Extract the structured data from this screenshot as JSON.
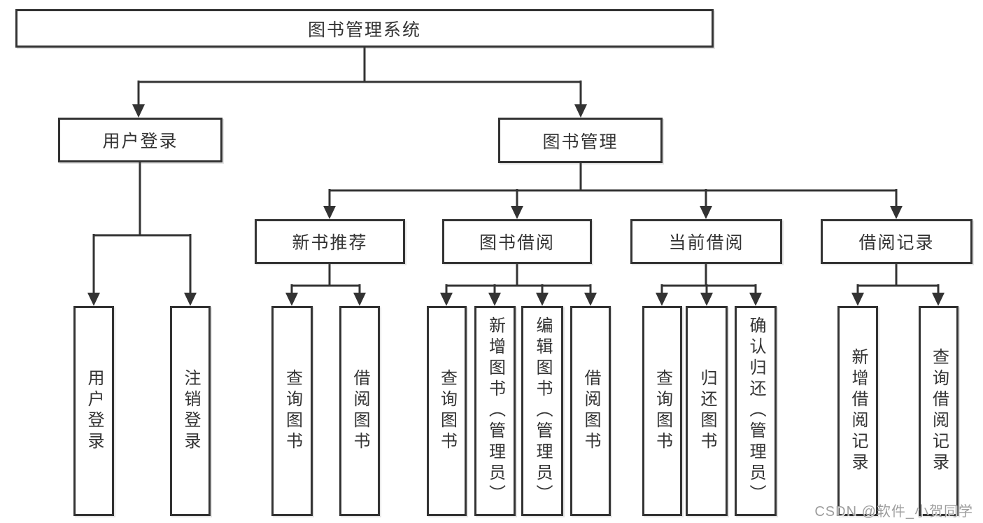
{
  "diagram": {
    "root": {
      "label": "图书管理系统"
    },
    "level2": [
      {
        "label": "用户登录"
      },
      {
        "label": "图书管理"
      }
    ],
    "level3": [
      {
        "label": "新书推荐"
      },
      {
        "label": "图书借阅"
      },
      {
        "label": "当前借阅"
      },
      {
        "label": "借阅记录"
      }
    ],
    "leaves": {
      "userLogin": [
        {
          "label": "用户登录"
        },
        {
          "label": "注销登录"
        }
      ],
      "newBookRec": [
        {
          "label": "查询图书"
        },
        {
          "label": "借阅图书"
        }
      ],
      "bookBorrow": [
        {
          "label": "查询图书"
        },
        {
          "label": "新增图书（管理员）"
        },
        {
          "label": "编辑图书（管理员）"
        },
        {
          "label": "借阅图书"
        }
      ],
      "currentBorrow": [
        {
          "label": "查询图书"
        },
        {
          "label": "归还图书"
        },
        {
          "label": "确认归还（管理员）"
        }
      ],
      "borrowRecords": [
        {
          "label": "新增借阅记录"
        },
        {
          "label": "查询借阅记录"
        }
      ]
    },
    "watermark": "CSDN @软件_小贺同学",
    "colors": {
      "line": "#333333",
      "text": "#333333",
      "watermark": "#9e9e9e",
      "background": "#ffffff"
    }
  }
}
